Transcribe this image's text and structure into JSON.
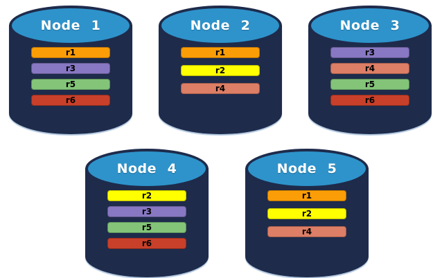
{
  "diagram": {
    "rows": [
      {
        "nodes": [
          {
            "label": "Node 1",
            "replicas": [
              "r1",
              "r3",
              "r5",
              "r6"
            ]
          },
          {
            "label": "Node 2",
            "replicas": [
              "r1",
              "r2",
              "r4"
            ]
          },
          {
            "label": "Node 3",
            "replicas": [
              "r3",
              "r4",
              "r5",
              "r6"
            ]
          }
        ]
      },
      {
        "nodes": [
          {
            "label": "Node 4",
            "replicas": [
              "r2",
              "r3",
              "r5",
              "r6"
            ]
          },
          {
            "label": "Node 5",
            "replicas": [
              "r1",
              "r2",
              "r4"
            ]
          }
        ]
      }
    ]
  },
  "colors": {
    "background": "#FFFFFF",
    "cylinder_body": "#1E2B4B",
    "cylinder_top": "#2E93CB",
    "node_label_text": "#FFFFFF",
    "replica_label_text": "#000000",
    "replicas": {
      "r1": "#FA9D07",
      "r2": "#FFFF00",
      "r3": "#8878C3",
      "r4": "#DD7E66",
      "r5": "#83C479",
      "r6": "#C8402A"
    }
  }
}
